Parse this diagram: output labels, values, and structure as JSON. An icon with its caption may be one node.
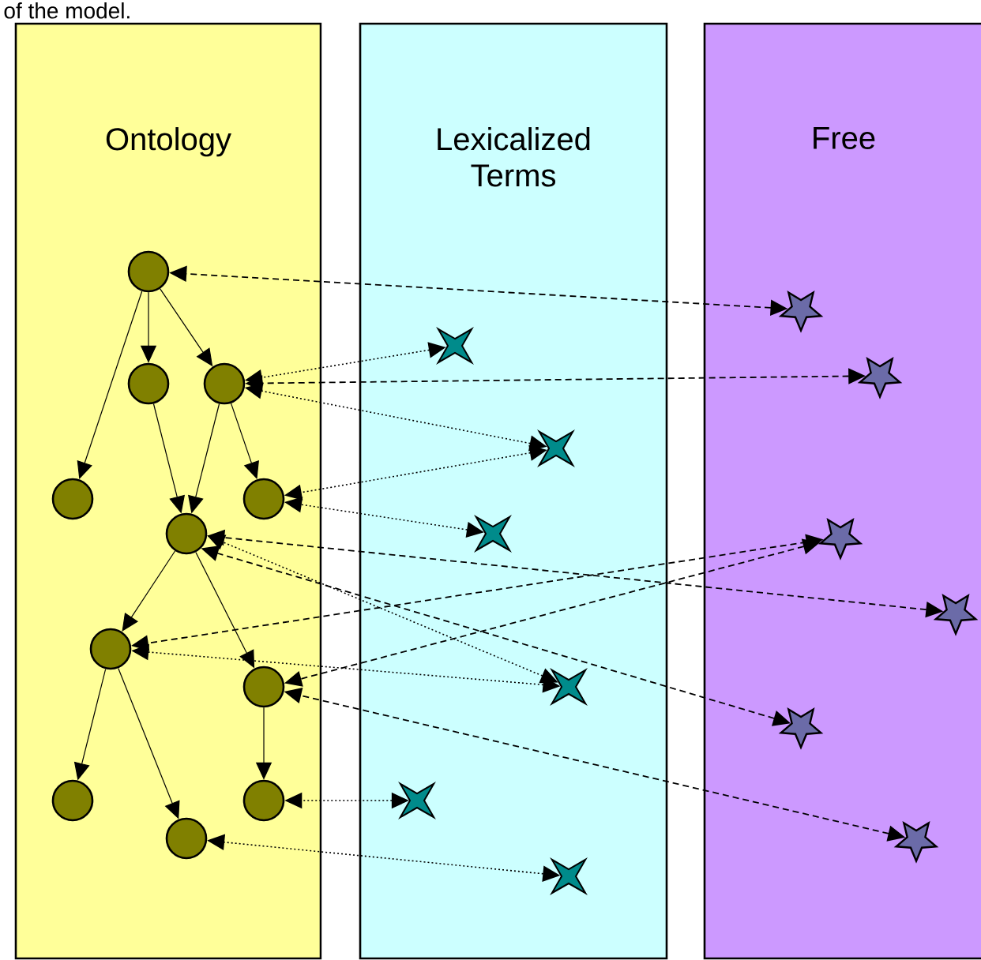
{
  "diagram": {
    "nodes": [
      {
        "text": [
          "Ontology"
        ]
      },
      {
        "text": [
          "Lexicalized Terms"
        ]
      },
      {
        "text": [
          "Free"
        ]
      },
      {
        "text": [],
        "shape": "circle",
        "in": 0
      },
      {
        "text": [],
        "shape": "circle",
        "in": 0
      },
      {
        "text": [],
        "shape": "circle",
        "in": 0
      },
      {
        "text": [],
        "shape": "circle",
        "in": 0
      },
      {
        "text": [],
        "shape": "circle",
        "in": 0
      },
      {
        "text": [],
        "shape": "circle",
        "in": 0
      },
      {
        "text": [],
        "shape": "circle",
        "in": 0
      },
      {
        "text": [],
        "shape": "circle",
        "in": 0
      },
      {
        "text": [],
        "shape": "circle",
        "in": 0
      },
      {
        "text": [],
        "shape": "circle",
        "in": 0
      },
      {
        "text": [],
        "shape": "circle",
        "in": 0
      },
      {
        "text": [],
        "shape": "sparkle",
        "in": 1
      },
      {
        "text": [],
        "shape": "sparkle",
        "in": 1
      },
      {
        "text": [],
        "shape": "sparkle",
        "in": 1
      },
      {
        "text": [],
        "shape": "sparkle",
        "in": 1
      },
      {
        "text": [],
        "shape": "sparkle",
        "in": 1
      },
      {
        "text": [],
        "shape": "sparkle",
        "in": 1
      },
      {
        "text": [],
        "shape": "star",
        "in": 2
      },
      {
        "text": [],
        "shape": "star",
        "in": 2
      },
      {
        "text": [],
        "shape": "star",
        "in": 2
      },
      {
        "text": [],
        "shape": "star",
        "in": 2
      },
      {
        "text": [],
        "shape": "star",
        "in": 2
      },
      {
        "text": [],
        "shape": "star",
        "in": 2
      }
    ],
    "edges": [
      {
        "from": 3,
        "to": 4,
        "arrow": "to"
      },
      {
        "from": 3,
        "to": 5,
        "arrow": "to"
      },
      {
        "from": 3,
        "to": 6,
        "arrow": "to"
      },
      {
        "from": 4,
        "to": 7,
        "arrow": "to"
      },
      {
        "from": 5,
        "to": 7,
        "arrow": "to"
      },
      {
        "from": 5,
        "to": 8,
        "arrow": "to"
      },
      {
        "from": 7,
        "to": 9,
        "arrow": "to"
      },
      {
        "from": 7,
        "to": 10,
        "arrow": "to"
      },
      {
        "from": 9,
        "to": 11,
        "arrow": "to"
      },
      {
        "from": 9,
        "to": 13,
        "arrow": "to"
      },
      {
        "from": 10,
        "to": 12,
        "arrow": "to"
      },
      {
        "from": 14,
        "to": 5,
        "arrow": "both",
        "style": "dashed"
      },
      {
        "from": 15,
        "to": 5,
        "arrow": "both",
        "style": "dashed"
      },
      {
        "from": 15,
        "to": 8,
        "arrow": "both",
        "style": "dashed"
      },
      {
        "from": 16,
        "to": 8,
        "arrow": "both",
        "style": "dashed"
      },
      {
        "from": 17,
        "to": 7,
        "arrow": "both",
        "style": "dashed"
      },
      {
        "from": 17,
        "to": 9,
        "arrow": "both",
        "style": "dashed"
      },
      {
        "from": 18,
        "to": 12,
        "arrow": "both",
        "style": "dashed"
      },
      {
        "from": 19,
        "to": 13,
        "arrow": "both",
        "style": "dashed"
      },
      {
        "from": 20,
        "to": 3,
        "arrow": "both",
        "style": "dashed"
      },
      {
        "from": 21,
        "to": 5,
        "arrow": "both",
        "style": "dashed"
      },
      {
        "from": 22,
        "to": 9,
        "arrow": "both",
        "style": "dashed"
      },
      {
        "from": 22,
        "to": 10,
        "arrow": "both",
        "style": "dashed"
      },
      {
        "from": 23,
        "to": 7,
        "arrow": "both",
        "style": "dashed"
      },
      {
        "from": 24,
        "to": 7,
        "arrow": "both",
        "style": "dashed"
      },
      {
        "from": 25,
        "to": 10,
        "arrow": "both",
        "style": "dashed"
      }
    ],
    "labels": [
      "of the model."
    ]
  }
}
